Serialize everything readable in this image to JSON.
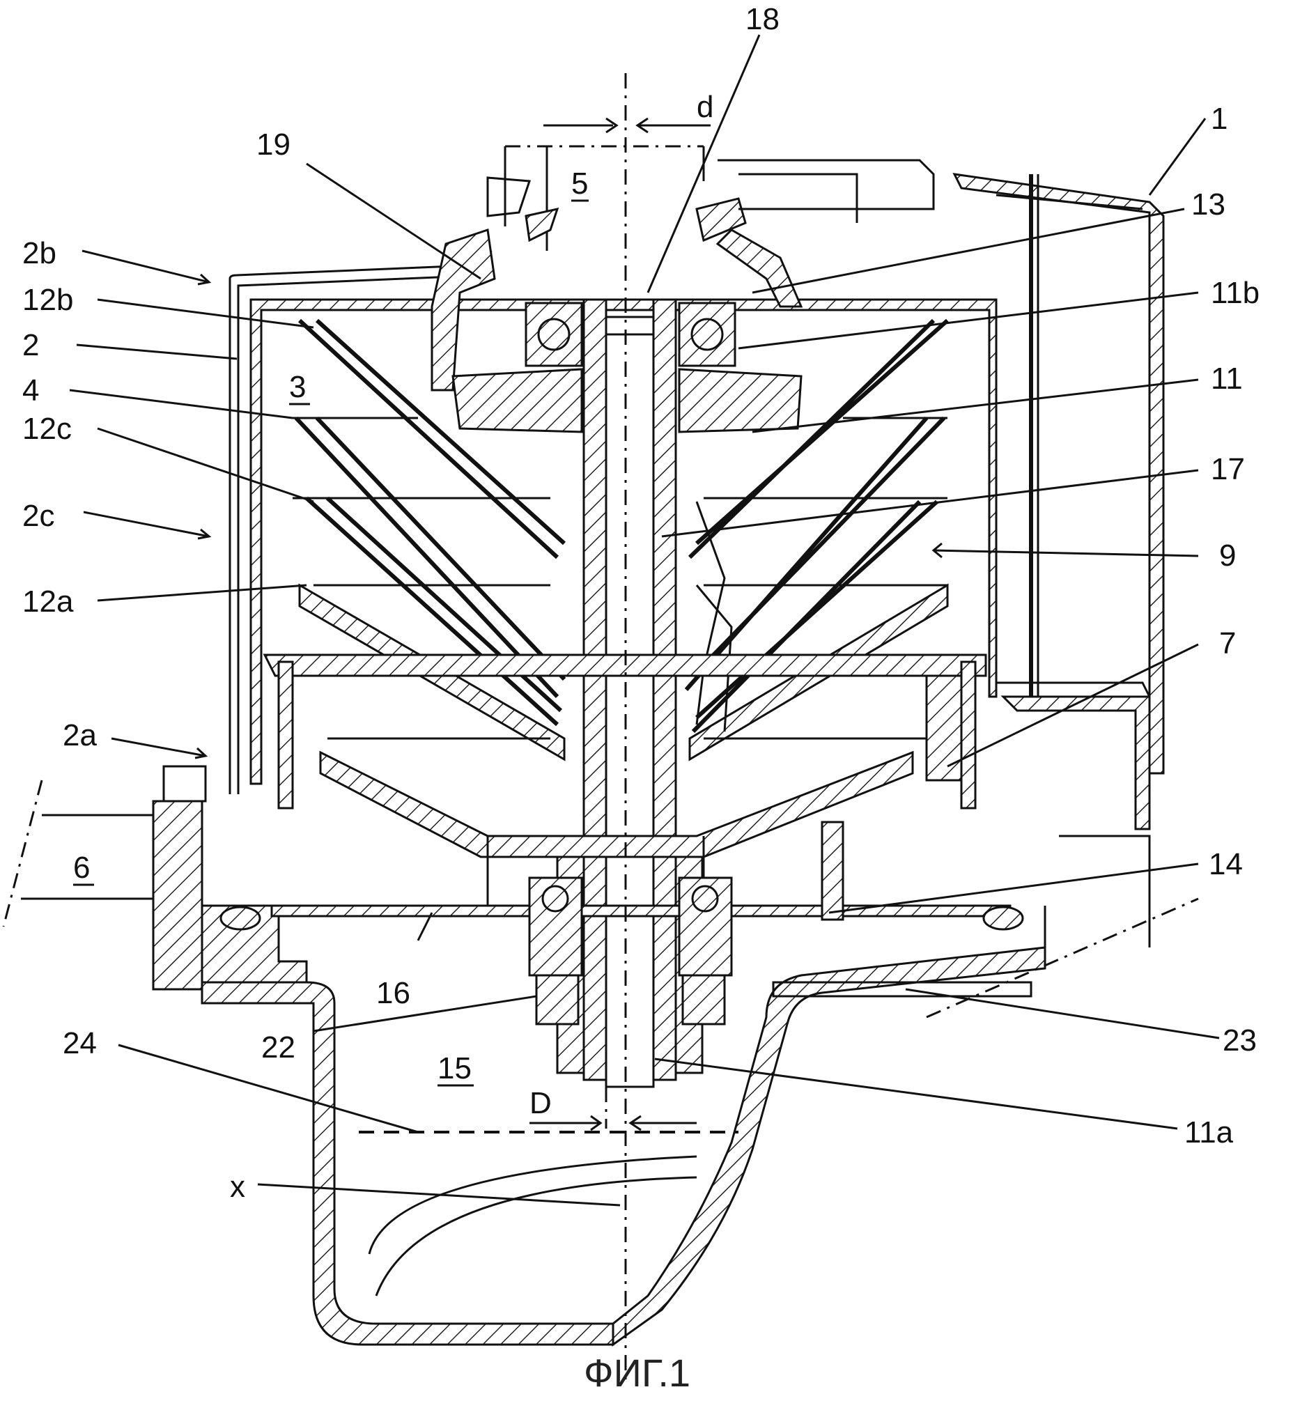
{
  "figure": {
    "caption": "ФИГ.1",
    "labels": {
      "l1": "1",
      "l2": "2",
      "l2a": "2a",
      "l2b": "2b",
      "l2c": "2c",
      "l3": "3",
      "l4": "4",
      "l5": "5",
      "l6": "6",
      "l7": "7",
      "l9": "9",
      "l11": "11",
      "l11a": "11a",
      "l11b": "11b",
      "l12a": "12a",
      "l12b": "12b",
      "l12c": "12c",
      "l13": "13",
      "l14": "14",
      "l15": "15",
      "l16": "16",
      "l17": "17",
      "l18": "18",
      "l19": "19",
      "l22": "22",
      "l23": "23",
      "l24": "24",
      "lx": "x",
      "ld": "d",
      "lD": "D"
    }
  }
}
